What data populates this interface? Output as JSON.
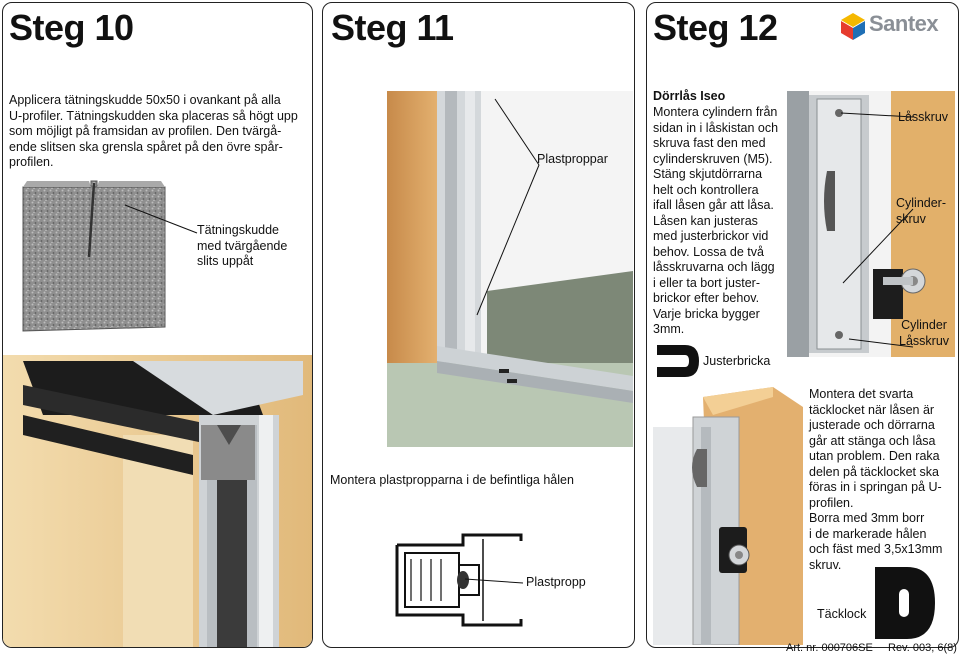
{
  "brand": {
    "logo_text": "Santex"
  },
  "steps": [
    {
      "title": "Steg 10",
      "text": "Applicera tätningskudde 50x50 i ovankant på alla\nU-profiler. Tätningskudden ska placeras så högt upp\nsom möjligt på framsidan av profilen. Den tvärgå-\nende slitsen ska grensla spåret på den övre spår-\nprofilen.",
      "callout": "Tätningskudde\nmed tvärgående\nslits uppåt"
    },
    {
      "title": "Steg 11",
      "callout_top": "Plastproppar",
      "text": "Montera plastpropparna i de befintliga hålen",
      "callout_bottom": "Plastpropp"
    },
    {
      "title": "Steg 12",
      "heading": "Dörrlås Iseo",
      "text": "Montera cylindern från\nsidan in i låskistan och\nskruva fast den med\ncylinderskruven (M5).\nStäng skjutdörrarna\nhelt och kontrollera\nifall låsen går att låsa.\nLåsen kan justeras\nmed justerbrickor vid\nbehov. Lossa de två\nlåsskruvarna och lägg\ni eller ta bort juster-\nbrickor efter behov.\nVarje bricka bygger\n3mm.",
      "label_lasskruv": "Låsskruv",
      "label_cylinderskruv": "Cylinder-\nskruv",
      "label_cylinder_lasskruv": "Cylinder\nLåsskruv",
      "label_justerbricka": "Justerbricka",
      "text2": "Montera det svarta\ntäcklocket när låsen är\njusterade och dörrarna\ngår att stänga och låsa\nutan problem. Den raka\ndelen på täcklocket ska\nföras in i springan på U-\nprofilen.\nBorra med 3mm borr\ni de markerade hålen\noch fäst med 3,5x13mm\nskruv.",
      "label_tacklock": "Täcklock"
    }
  ],
  "footer": {
    "art_nr": "Art. nr. 000706SE",
    "rev": "Rev. 003, 6(8)"
  },
  "colors": {
    "wood": "#e9c88f",
    "aluminium": "#d9dde0",
    "foam": "#8c8c8c",
    "dark": "#1a1a1a",
    "logo_red": "#e63b2e",
    "logo_blue": "#1f6fb5",
    "logo_yellow": "#f5b800",
    "logo_text": "#8a8f96"
  }
}
